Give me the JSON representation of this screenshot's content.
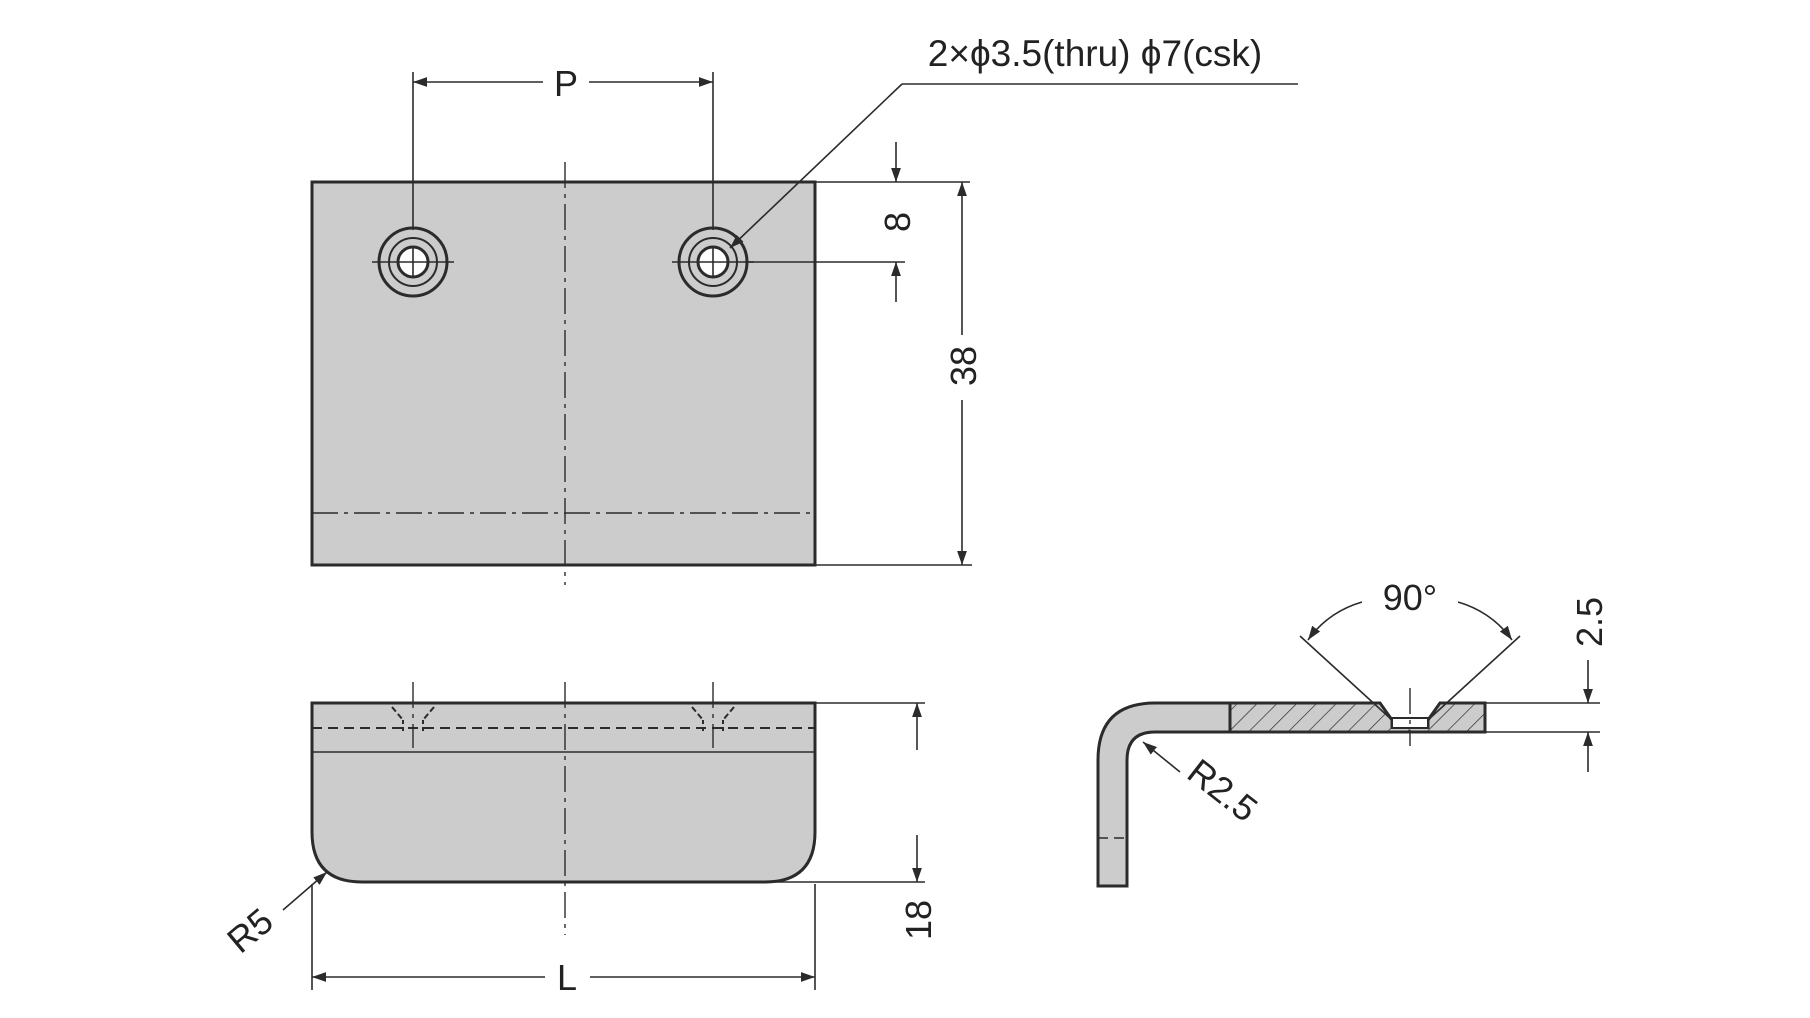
{
  "colors": {
    "part_fill": "#cccccc",
    "line": "#2b2b2b",
    "background": "#ffffff"
  },
  "labels": {
    "hole_spec": "2×ϕ3.5(thru) ϕ7(csk)",
    "pitch": "P",
    "length": "L",
    "hole_offset": "8",
    "plate_height": "38",
    "flange_height": "18",
    "corner_radius": "R5",
    "countersink_angle": "90°",
    "thickness": "2.5",
    "bend_radius": "R2.5"
  }
}
